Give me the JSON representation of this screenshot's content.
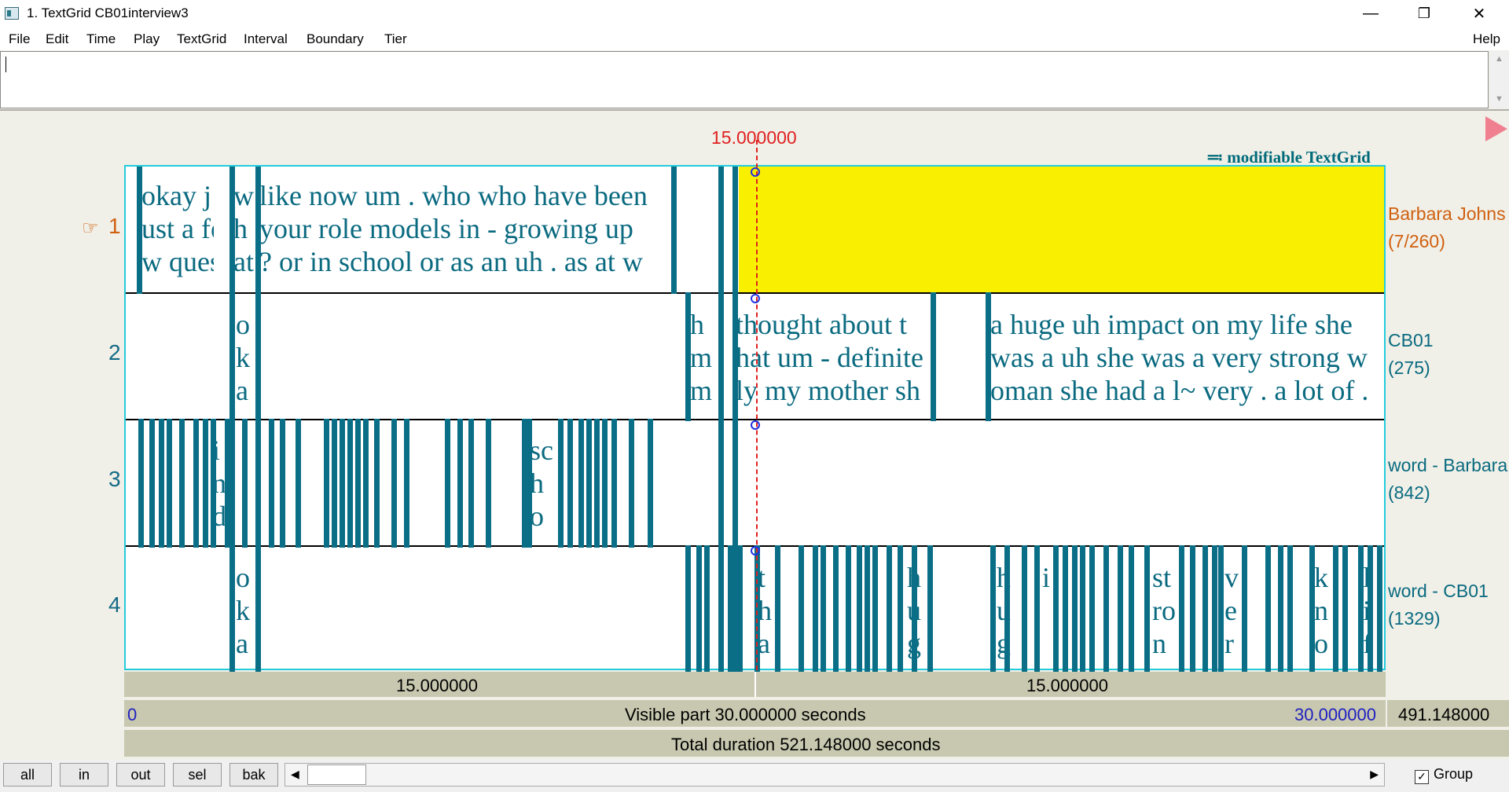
{
  "window": {
    "title": "1. TextGrid CB01interview3",
    "minimize": "—",
    "restore": "❐",
    "close": "✕"
  },
  "menu": [
    "File",
    "Edit",
    "Time",
    "Play",
    "TextGrid",
    "Interval",
    "Boundary",
    "Tier",
    "Help"
  ],
  "editor": {
    "cursor_time": "15.000000",
    "modifiable_label": "modifiable TextGrid",
    "modifiable_prefix": "≕"
  },
  "tiers": [
    {
      "number": "1",
      "name": "Barbara Johns",
      "count": "(7/260)",
      "active": true
    },
    {
      "number": "2",
      "name": "CB01",
      "count": "(275)",
      "active": false
    },
    {
      "number": "3",
      "name": "word - Barbara",
      "count": "(842)",
      "active": false
    },
    {
      "number": "4",
      "name": "word - CB01",
      "count": "(1329)",
      "active": false
    }
  ],
  "segments": {
    "t1a": [
      "okay j",
      "ust a fe",
      "w ques"
    ],
    "t1b": [
      "w",
      "h",
      "at"
    ],
    "t1c": [
      "like now um . who who have been",
      " your role models in - growing up",
      "? or in school or as an uh . as at w"
    ],
    "t2a": [
      "o",
      "k",
      "a"
    ],
    "t2b": [
      "h",
      "m",
      "m"
    ],
    "t2c": [
      "thought about t",
      "hat um - definite",
      "ly my mother sh"
    ],
    "t2d": [
      "a huge uh impact on my life she",
      "was a uh she was a very strong w",
      "oman she had a l~ very . a lot of ."
    ],
    "t3a": [
      "i",
      "n",
      "d"
    ],
    "t3b": [
      "sc",
      "h",
      "o"
    ],
    "t4a": [
      "o",
      "k",
      "a"
    ],
    "t4b": [
      "t",
      "h",
      "a"
    ],
    "t4c": [
      "h",
      "u",
      "g"
    ],
    "t4d": [
      "h",
      "u",
      "g"
    ],
    "t4e": [
      "i"
    ],
    "t4f": [
      "st",
      "ro",
      "n"
    ],
    "t4g": [
      "v",
      "e",
      "r"
    ],
    "t4h": [
      "k",
      "n",
      "o"
    ],
    "t4i": [
      "l",
      "i",
      "f"
    ]
  },
  "timebar": {
    "left": "15.000000",
    "right": "15.000000"
  },
  "visible": {
    "start": "0",
    "label": "Visible part 30.000000 seconds",
    "end": "30.000000",
    "remaining": "491.148000"
  },
  "total": {
    "label": "Total duration 521.148000 seconds"
  },
  "buttons": {
    "all": "all",
    "in": "in",
    "out": "out",
    "sel": "sel",
    "bak": "bak"
  },
  "scroll": {
    "left_arrow": "◀",
    "right_arrow": "▶"
  },
  "group": {
    "label": "Group",
    "checked": "✓"
  },
  "colors": {
    "tier_text": "#0a6a80",
    "active_tier": "#d06010",
    "cursor": "#e02020",
    "selection": "#f8f000",
    "frame": "#22ccdd"
  }
}
